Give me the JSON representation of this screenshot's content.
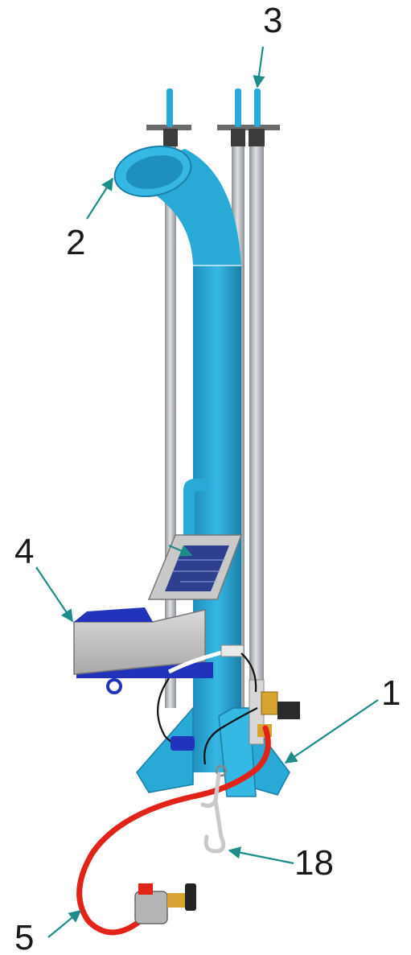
{
  "callouts": {
    "c1": "1",
    "c2": "2",
    "c3": "3",
    "c4": "4",
    "c5": "5",
    "c18": "18"
  },
  "colors": {
    "pipe_blue": "#29a9d6",
    "pipe_blue_dark": "#1b7fa8",
    "rod_grey": "#b9bcbf",
    "box_grey": "#c9c9c9",
    "solar_blue": "#2f3f8f",
    "base_blue": "#2233bb",
    "hose_red": "#e2231a",
    "leader_teal": "#1e8c88",
    "brass": "#d8a431"
  },
  "icons": [
    "hook-icon",
    "gas-regulator-icon",
    "solar-panel-icon"
  ]
}
